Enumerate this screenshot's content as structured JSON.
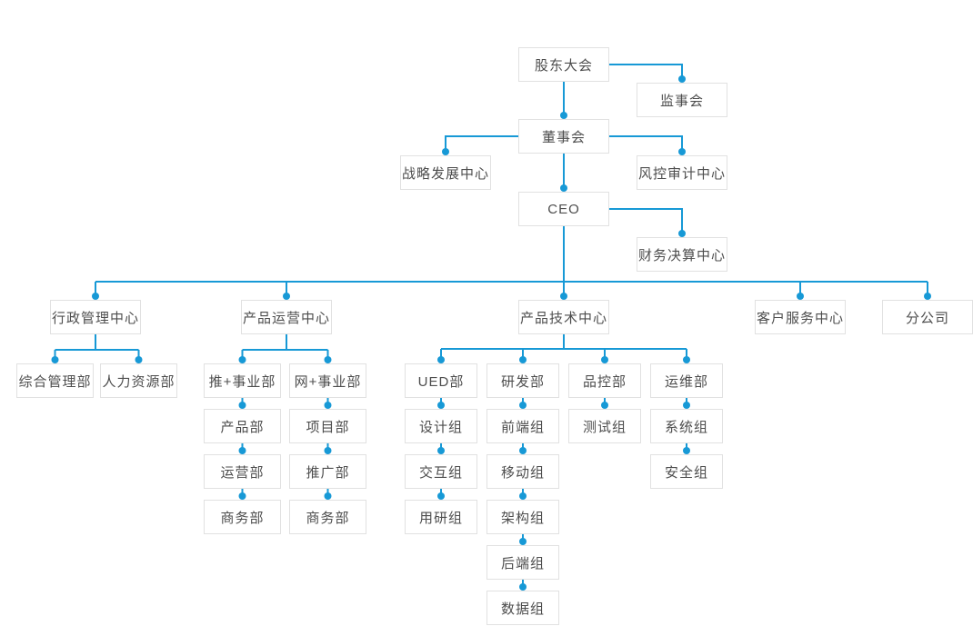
{
  "org_chart": {
    "type": "org-tree-diagram",
    "accent_color": "#1799d6",
    "box_border_color": "#e1e1e1",
    "box_background_color": "#ffffff",
    "text_color": "#4d4d4d",
    "nodes": [
      {
        "id": "shareholders-meeting",
        "label": "股东大会"
      },
      {
        "id": "supervisory-board",
        "label": "监事会"
      },
      {
        "id": "board-of-directors",
        "label": "董事会"
      },
      {
        "id": "strategy-development-center",
        "label": "战略发展中心"
      },
      {
        "id": "risk-audit-center",
        "label": "风控审计中心"
      },
      {
        "id": "ceo",
        "label": "CEO"
      },
      {
        "id": "financial-settlement-center",
        "label": "财务决算中心"
      },
      {
        "id": "admin-management-center",
        "label": "行政管理中心"
      },
      {
        "id": "product-operation-center",
        "label": "产品运营中心"
      },
      {
        "id": "product-technology-center",
        "label": "产品技术中心"
      },
      {
        "id": "customer-service-center",
        "label": "客户服务中心"
      },
      {
        "id": "branch-company",
        "label": "分公司"
      },
      {
        "id": "general-management-dept",
        "label": "综合管理部"
      },
      {
        "id": "human-resources-dept",
        "label": "人力资源部"
      },
      {
        "id": "tui-plus-business-dept",
        "label": "推+事业部"
      },
      {
        "id": "wang-plus-business-dept",
        "label": "网+事业部"
      },
      {
        "id": "product-dept",
        "label": "产品部"
      },
      {
        "id": "operation-dept",
        "label": "运营部"
      },
      {
        "id": "business-dept-1",
        "label": "商务部"
      },
      {
        "id": "project-dept",
        "label": "项目部"
      },
      {
        "id": "promotion-dept",
        "label": "推广部"
      },
      {
        "id": "business-dept-2",
        "label": "商务部"
      },
      {
        "id": "ued-dept",
        "label": "UED部"
      },
      {
        "id": "design-group",
        "label": "设计组"
      },
      {
        "id": "interaction-group",
        "label": "交互组"
      },
      {
        "id": "user-research-group",
        "label": "用研组"
      },
      {
        "id": "rd-dept",
        "label": "研发部"
      },
      {
        "id": "frontend-group",
        "label": "前端组"
      },
      {
        "id": "mobile-group",
        "label": "移动组"
      },
      {
        "id": "architecture-group",
        "label": "架构组"
      },
      {
        "id": "backend-group",
        "label": "后端组"
      },
      {
        "id": "data-group",
        "label": "数据组"
      },
      {
        "id": "quality-control-dept",
        "label": "品控部"
      },
      {
        "id": "testing-group",
        "label": "测试组"
      },
      {
        "id": "ops-dept",
        "label": "运维部"
      },
      {
        "id": "system-group",
        "label": "系统组"
      },
      {
        "id": "security-group",
        "label": "安全组"
      }
    ],
    "edges": [
      [
        "shareholders-meeting",
        "board-of-directors"
      ],
      [
        "shareholders-meeting",
        "supervisory-board"
      ],
      [
        "board-of-directors",
        "strategy-development-center"
      ],
      [
        "board-of-directors",
        "risk-audit-center"
      ],
      [
        "board-of-directors",
        "ceo"
      ],
      [
        "ceo",
        "financial-settlement-center"
      ],
      [
        "ceo",
        "admin-management-center"
      ],
      [
        "ceo",
        "product-operation-center"
      ],
      [
        "ceo",
        "product-technology-center"
      ],
      [
        "ceo",
        "customer-service-center"
      ],
      [
        "ceo",
        "branch-company"
      ],
      [
        "admin-management-center",
        "general-management-dept"
      ],
      [
        "admin-management-center",
        "human-resources-dept"
      ],
      [
        "product-operation-center",
        "tui-plus-business-dept"
      ],
      [
        "product-operation-center",
        "wang-plus-business-dept"
      ],
      [
        "tui-plus-business-dept",
        "product-dept"
      ],
      [
        "product-dept",
        "operation-dept"
      ],
      [
        "operation-dept",
        "business-dept-1"
      ],
      [
        "wang-plus-business-dept",
        "project-dept"
      ],
      [
        "project-dept",
        "promotion-dept"
      ],
      [
        "promotion-dept",
        "business-dept-2"
      ],
      [
        "product-technology-center",
        "ued-dept"
      ],
      [
        "product-technology-center",
        "rd-dept"
      ],
      [
        "product-technology-center",
        "quality-control-dept"
      ],
      [
        "product-technology-center",
        "ops-dept"
      ],
      [
        "ued-dept",
        "design-group"
      ],
      [
        "design-group",
        "interaction-group"
      ],
      [
        "interaction-group",
        "user-research-group"
      ],
      [
        "rd-dept",
        "frontend-group"
      ],
      [
        "frontend-group",
        "mobile-group"
      ],
      [
        "mobile-group",
        "architecture-group"
      ],
      [
        "architecture-group",
        "backend-group"
      ],
      [
        "backend-group",
        "data-group"
      ],
      [
        "quality-control-dept",
        "testing-group"
      ],
      [
        "ops-dept",
        "system-group"
      ],
      [
        "system-group",
        "security-group"
      ]
    ]
  }
}
